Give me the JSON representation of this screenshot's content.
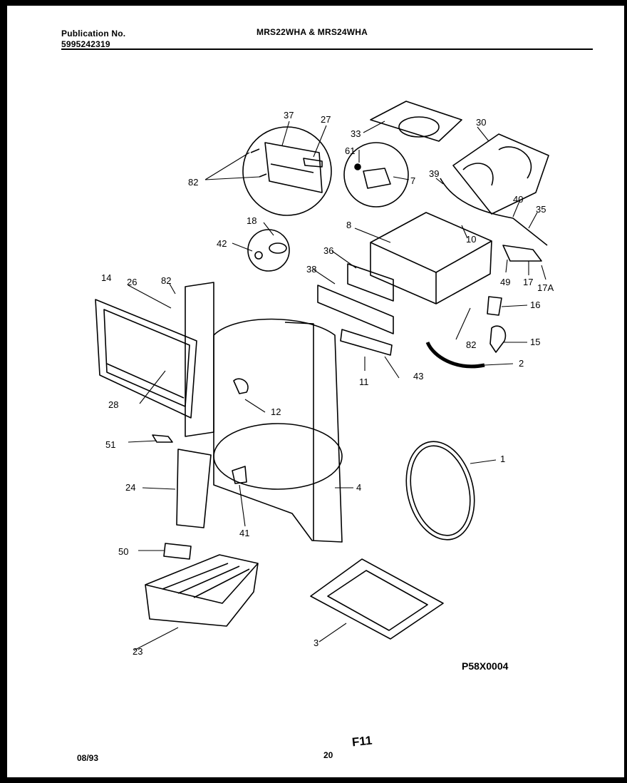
{
  "header": {
    "publication_label": "Publication No.",
    "publication_number": "5995242319",
    "models": "MRS22WHA & MRS24WHA"
  },
  "diagram": {
    "code": "P58X0004",
    "callouts": [
      "37",
      "27",
      "82",
      "33",
      "30",
      "61",
      "7",
      "39",
      "40",
      "35",
      "8",
      "10",
      "18",
      "42",
      "36",
      "49",
      "17",
      "17A",
      "38",
      "16",
      "14",
      "26",
      "82",
      "82",
      "15",
      "2",
      "43",
      "11",
      "28",
      "12",
      "51",
      "1",
      "24",
      "4",
      "41",
      "50",
      "23",
      "3"
    ]
  },
  "footer": {
    "date": "08/93",
    "page_number": "20",
    "figure": "F11"
  }
}
